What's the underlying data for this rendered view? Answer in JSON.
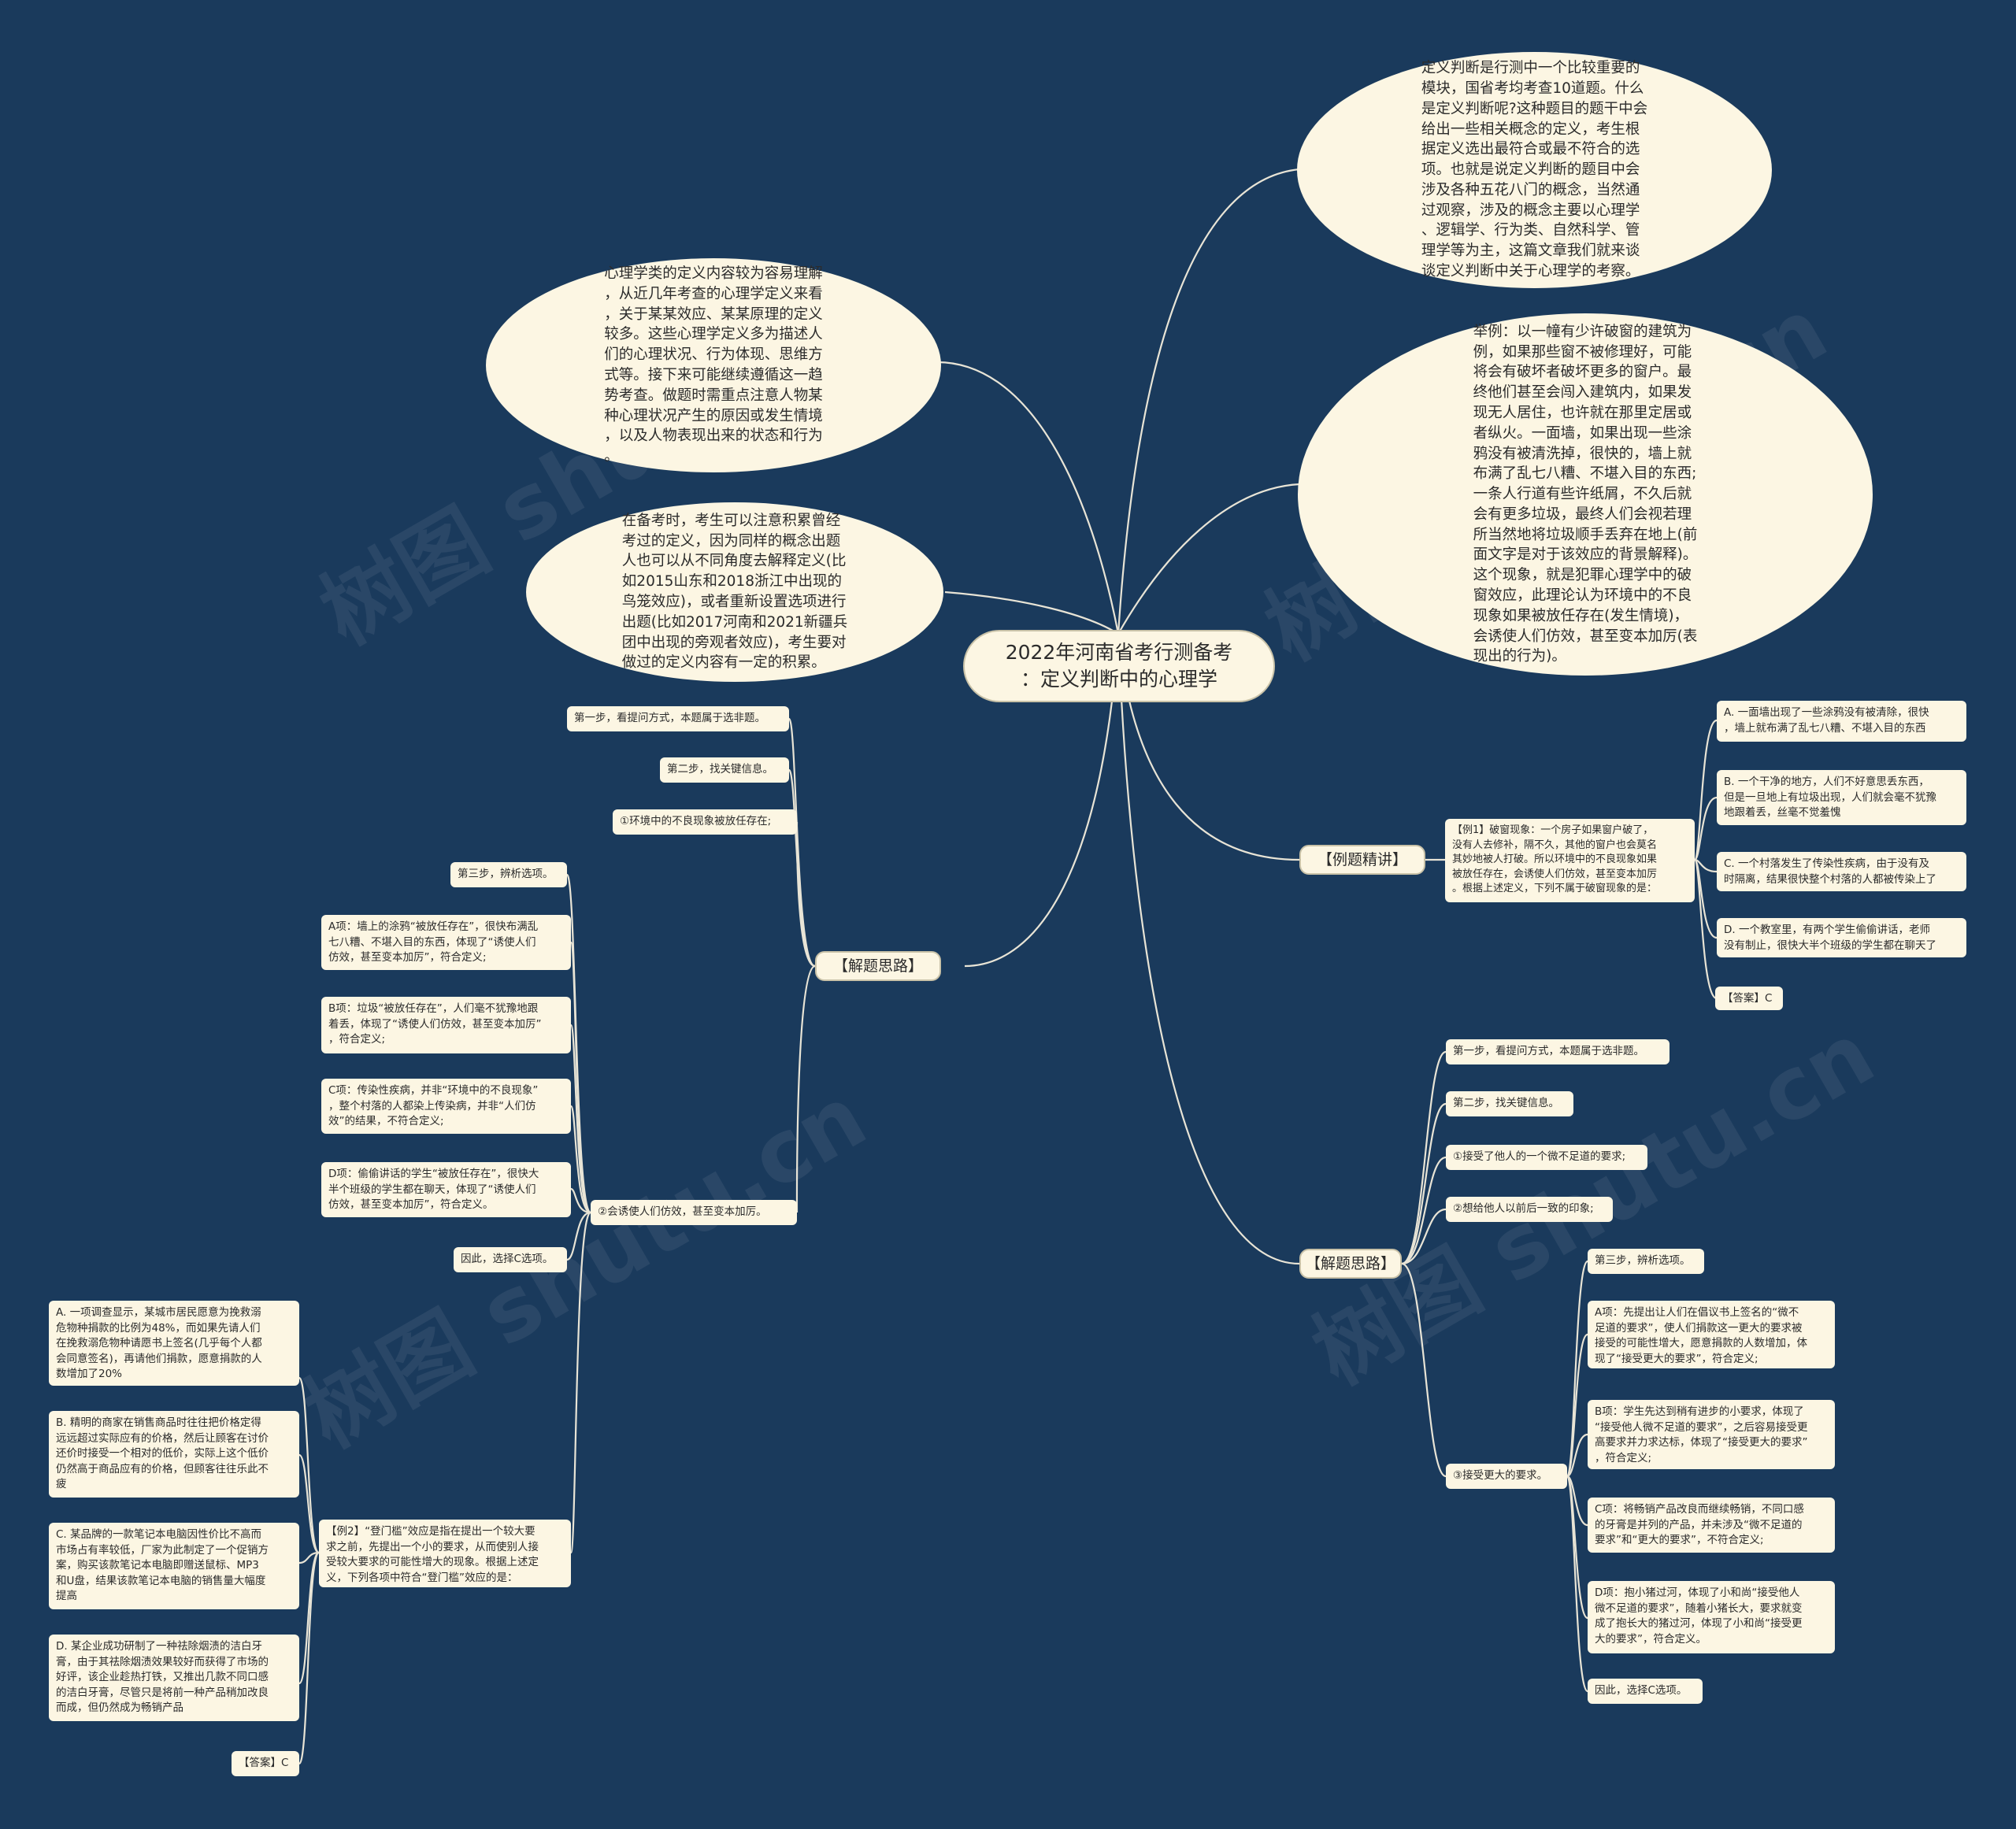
{
  "root": {
    "text": "2022年河南省考行测备考\n：定义判断中的心理学"
  },
  "intro_right": {
    "text": "定义判断是行测中一个比较重要的\n模块，国省考均考查10道题。什么\n是定义判断呢?这种题目的题干中会\n给出一些相关概念的定义，考生根\n据定义选出最符合或最不符合的选\n项。也就是说定义判断的题目中会\n涉及各种五花八门的概念，当然通\n过观察，涉及的概念主要以心理学\n、逻辑学、行为类、自然科学、管\n理学等为主，这篇文章我们就来谈\n谈定义判断中关于心理学的考察。"
  },
  "example_right": {
    "text": "举例：以一幢有少许破窗的建筑为\n例，如果那些窗不被修理好，可能\n将会有破坏者破坏更多的窗户。最\n终他们甚至会闯入建筑内，如果发\n现无人居住，也许就在那里定居或\n者纵火。一面墙，如果出现一些涂\n鸦没有被清洗掉，很快的，墙上就\n布满了乱七八糟、不堪入目的东西;\n一条人行道有些许纸屑，不久后就\n会有更多垃圾，最终人们会视若理\n所当然地将垃圾顺手丢弃在地上(前\n面文字是对于该效应的背景解释)。\n这个现象，就是犯罪心理学中的破\n窗效应，此理论认为环境中的不良\n现象如果被放任存在(发生情境)，\n会诱使人们仿效，甚至变本加厉(表\n现出的行为)。"
  },
  "left_top_bubble": {
    "text": "心理学类的定义内容较为容易理解\n，从近几年考查的心理学定义来看\n，关于某某效应、某某原理的定义\n较多。这些心理学定义多为描述人\n们的心理状况、行为体现、思维方\n式等。接下来可能继续遵循这一趋\n势考查。做题时需重点注意人物某\n种心理状况产生的原因或发生情境\n，以及人物表现出来的状态和行为\n。"
  },
  "left_mid_bubble": {
    "text": "在备考时，考生可以注意积累曾经\n考过的定义，因为同样的概念出题\n人也可以从不同角度去解释定义(比\n如2015山东和2018浙江中出现的\n鸟笼效应)，或者重新设置选项进行\n出题(比如2017河南和2021新疆兵\n团中出现的旁观者效应)，考生要对\n做过的定义内容有一定的积累。"
  },
  "right_example": {
    "label": "【例题精讲】",
    "question": "【例1】破窗现象：一个房子如果窗户破了，\n没有人去修补，隔不久，其他的窗户也会莫名\n其妙地被人打破。所以环境中的不良现象如果\n被放任存在，会诱使人们仿效，甚至变本加厉\n。根据上述定义，下列不属于破窗现象的是：",
    "options": [
      "A. 一面墙出现了一些涂鸦没有被清除，很快\n，墙上就布满了乱七八糟、不堪入目的东西",
      "B. 一个干净的地方，人们不好意思丢东西，\n但是一旦地上有垃圾出现，人们就会毫不犹豫\n地跟着丢，丝毫不觉羞愧",
      "C. 一个村落发生了传染性疾病，由于没有及\n时隔离，结果很快整个村落的人都被传染上了",
      "D. 一个教室里，有两个学生偷偷讲话，老师\n没有制止，很快大半个班级的学生都在聊天了"
    ],
    "answer": "【答案】C"
  },
  "right_solution": {
    "label": "【解题思路】",
    "steps": [
      "第一步，看提问方式，本题属于选非题。",
      "第二步，找关键信息。",
      "①接受了他人的一个微不足道的要求;",
      "②想给他人以前后一致的印象;",
      "③接受更大的要求。"
    ],
    "sub": [
      "第三步，辨析选项。",
      "A项：先提出让人们在倡议书上签名的“微不\n足道的要求”，使人们捐款这一更大的要求被\n接受的可能性增大，愿意捐款的人数增加，体\n现了“接受更大的要求”，符合定义;",
      "B项：学生先达到稍有进步的小要求，体现了\n“接受他人微不足道的要求”，之后容易接受更\n高要求并力求达标，体现了“接受更大的要求”\n，符合定义;",
      "C项：将畅销产品改良而继续畅销，不同口感\n的牙膏是并列的产品，并未涉及“微不足道的\n要求”和“更大的要求”，不符合定义;",
      "D项：抱小猪过河，体现了小和尚“接受他人\n微不足道的要求”，随着小猪长大，要求就变\n成了抱长大的猪过河，体现了小和尚“接受更\n大的要求”，符合定义。",
      "因此，选择C选项。"
    ]
  },
  "left_solution": {
    "label": "【解题思路】",
    "steps": [
      "第一步，看提问方式，本题属于选非题。",
      "第二步，找关键信息。",
      "①环境中的不良现象被放任存在;",
      "②会诱使人们仿效，甚至变本加厉。"
    ],
    "sub": [
      "第三步，辨析选项。",
      "A项：墙上的涂鸦“被放任存在”，很快布满乱\n七八糟、不堪入目的东西，体现了“诱使人们\n仿效，甚至变本加厉”，符合定义;",
      "B项：垃圾“被放任存在”，人们毫不犹豫地跟\n着丢，体现了“诱使人们仿效，甚至变本加厉”\n，符合定义;",
      "C项：传染性疾病，并非“环境中的不良现象”\n，整个村落的人都染上传染病，并非“人们仿\n效”的结果，不符合定义;",
      "D项：偷偷讲话的学生“被放任存在”，很快大\n半个班级的学生都在聊天，体现了“诱使人们\n仿效，甚至变本加厉”，符合定义。",
      "因此，选择C选项。"
    ],
    "example2": "【例2】“登门槛”效应是指在提出一个较大要\n求之前，先提出一个小的要求，从而使别人接\n受较大要求的可能性增大的现象。根据上述定\n义，下列各项中符合“登门槛”效应的是：",
    "options": [
      "A. 一项调查显示，某城市居民愿意为挽救溺\n危物种捐款的比例为48%，而如果先请人们\n在挽救溺危物种请愿书上签名(几乎每个人都\n会同意签名)，再请他们捐款，愿意捐款的人\n数增加了20%",
      "B. 精明的商家在销售商品时往往把价格定得\n远远超过实际应有的价格，然后让顾客在讨价\n还价时接受一个相对的低价，实际上这个低价\n仍然高于商品应有的价格，但顾客往往乐此不\n疲",
      "C. 某品牌的一款笔记本电脑因性价比不高而\n市场占有率较低，厂家为此制定了一个促销方\n案，购买该款笔记本电脑即赠送鼠标、MP3\n和U盘，结果该款笔记本电脑的销售量大幅度\n提高",
      "D. 某企业成功研制了一种祛除烟渍的洁白牙\n膏，由于其祛除烟渍效果较好而获得了市场的\n好评，该企业趁热打铁，又推出几款不同口感\n的洁白牙膏，尽管只是将前一种产品稍加改良\n而成，但仍然成为畅销产品"
    ],
    "answer": "【答案】C"
  },
  "watermarks": [
    "树图 shutu.cn",
    "树图 shutu.cn",
    "树图 shutu.cn",
    "树图 shutu.cn"
  ],
  "colors": {
    "background": "#1a3a5c",
    "node": "#fcf6e3",
    "link": "#e8e4d6"
  }
}
